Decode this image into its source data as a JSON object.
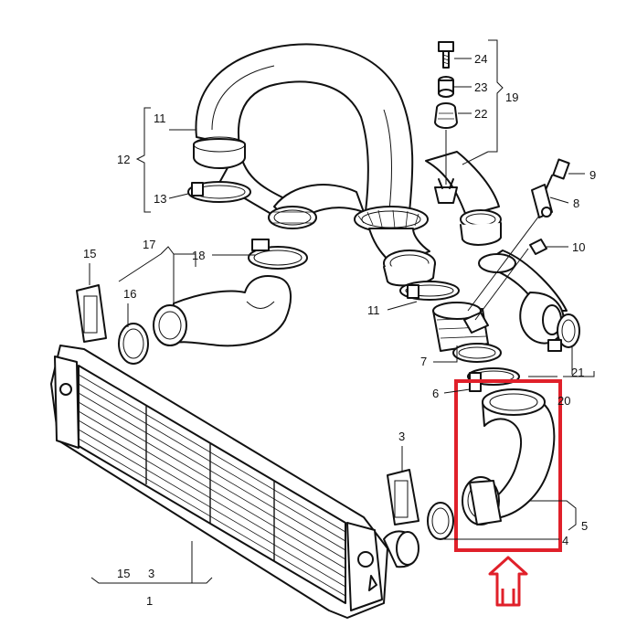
{
  "diagram": {
    "labels": {
      "l24": "24",
      "l23": "23",
      "l22": "22",
      "l19": "19",
      "l9": "9",
      "l8": "8",
      "l10": "10",
      "l11a": "11",
      "l12": "12",
      "l13": "13",
      "l17": "17",
      "l18": "18",
      "l15a": "15",
      "l16": "16",
      "l11b": "11",
      "l7": "7",
      "l6": "6",
      "l21": "21",
      "l20": "20",
      "l3": "3",
      "l5": "5",
      "l4": "4",
      "l15b": "15",
      "l3b": "3",
      "l1": "1"
    },
    "colors": {
      "line": "#111111",
      "highlight": "#e0202a",
      "background": "#ffffff"
    },
    "highlight": {
      "box_color": "#e0202a",
      "arrow": "double-arrow-up-icon"
    }
  }
}
